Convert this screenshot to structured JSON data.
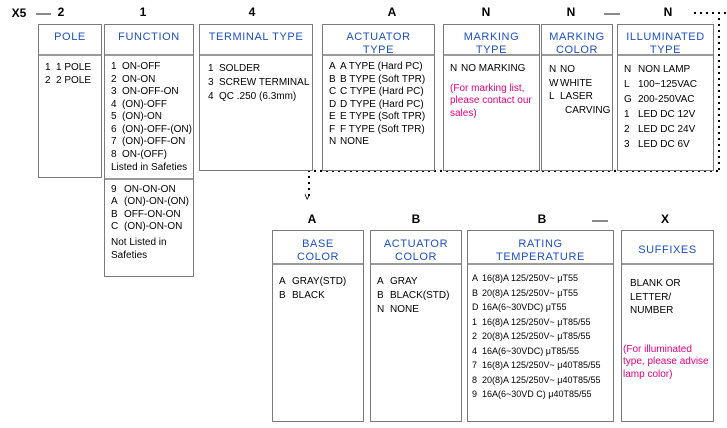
{
  "part_number": {
    "prefix": "X5",
    "segments": [
      {
        "sep": "dash",
        "code": "2"
      },
      {
        "sep": "none",
        "code": "1"
      },
      {
        "sep": "none",
        "code": "4"
      },
      {
        "sep": "none",
        "code": "A"
      },
      {
        "sep": "none",
        "code": "N"
      },
      {
        "sep": "none",
        "code": "N"
      },
      {
        "sep": "dash",
        "code": "N"
      }
    ],
    "row2_codes": [
      "A",
      "B",
      "B",
      "X"
    ],
    "row2_dash_before_last": "—"
  },
  "row1": {
    "pole": {
      "title": "POLE",
      "items": [
        {
          "k": "1",
          "v": "1 POLE"
        },
        {
          "k": "2",
          "v": "2 POLE"
        }
      ]
    },
    "function": {
      "title": "FUNCTION",
      "items": [
        {
          "k": "1",
          "v": "ON-OFF"
        },
        {
          "k": "2",
          "v": "ON-ON"
        },
        {
          "k": "3",
          "v": "ON-OFF-ON"
        },
        {
          "k": "4",
          "v": "(ON)-OFF"
        },
        {
          "k": "5",
          "v": "(ON)-ON"
        },
        {
          "k": "6",
          "v": "(ON)-OFF-(ON)"
        },
        {
          "k": "7",
          "v": "(ON)-OFF-ON"
        },
        {
          "k": "8",
          "v": "ON-(OFF)"
        }
      ],
      "note1": "Listed in Safeties",
      "items2": [
        {
          "k": "9",
          "v": "ON-ON-ON"
        },
        {
          "k": "A",
          "v": "(ON)-ON-(ON)"
        },
        {
          "k": "B",
          "v": "OFF-ON-ON"
        },
        {
          "k": "C",
          "v": "(ON)-ON-ON"
        }
      ],
      "note2_line1": "Not Listed in",
      "note2_line2": "Safeties"
    },
    "terminal_type": {
      "title": "TERMINAL TYPE",
      "items": [
        {
          "k": "1",
          "v": "SOLDER"
        },
        {
          "k": "3",
          "v": "SCREW TERMINAL"
        },
        {
          "k": "4",
          "v": "QC .250  (6.3mm)"
        }
      ]
    },
    "actuator_type": {
      "title_line1": "ACTUATOR",
      "title_line2": "TYPE",
      "items": [
        {
          "k": "A",
          "v": "A TYPE (Hard PC)"
        },
        {
          "k": "B",
          "v": "B TYPE (Soft TPR)"
        },
        {
          "k": "C",
          "v": "C TYPE (Hard PC)"
        },
        {
          "k": "D",
          "v": "D TYPE (Hard PC)"
        },
        {
          "k": "E",
          "v": "E TYPE (Soft TPR)"
        },
        {
          "k": "F",
          "v": "F TYPE (Soft TPR)"
        },
        {
          "k": "N",
          "v": "NONE"
        }
      ]
    },
    "marking_type": {
      "title_line1": "MARKING",
      "title_line2": "TYPE",
      "items": [
        {
          "k": "N",
          "v": "NO MARKING"
        }
      ],
      "pink_line1": "(For marking list,",
      "pink_line2": "please contact our",
      "pink_line3": "sales)"
    },
    "marking_color": {
      "title_line1": "MARKING",
      "title_line2": "COLOR",
      "items": [
        {
          "k": "N",
          "v": "NO"
        },
        {
          "k": "W",
          "v": "WHITE"
        },
        {
          "k": "L",
          "v": "LASER"
        }
      ],
      "continuation": "CARVING"
    },
    "illuminated_type": {
      "title_line1": "ILLUMINATED",
      "title_line2": "TYPE",
      "items": [
        {
          "k": "N",
          "v": "NON LAMP"
        },
        {
          "k": "L",
          "v": "100~125VAC"
        },
        {
          "k": "G",
          "v": "200-250VAC"
        },
        {
          "k": "1",
          "v": "LED  DC 12V"
        },
        {
          "k": "2",
          "v": "LED  DC 24V"
        },
        {
          "k": "3",
          "v": "LED  DC 6V"
        }
      ]
    }
  },
  "row2": {
    "base_color": {
      "title_line1": "BASE",
      "title_line2": "COLOR",
      "items": [
        {
          "k": "A",
          "v": "GRAY(STD)"
        },
        {
          "k": "B",
          "v": "BLACK"
        }
      ]
    },
    "actuator_color": {
      "title_line1": "ACTUATOR",
      "title_line2": "COLOR",
      "items": [
        {
          "k": "A",
          "v": "GRAY"
        },
        {
          "k": "B",
          "v": "BLACK(STD)"
        },
        {
          "k": "N",
          "v": "NONE"
        }
      ]
    },
    "rating_temperature": {
      "title_line1": "RATING",
      "title_line2": "TEMPERATURE",
      "items": [
        {
          "k": "A",
          "v": "16(8)A 125/250V~ μT55"
        },
        {
          "k": "B",
          "v": "20(8)A 125/250V~ μT55"
        },
        {
          "k": "D",
          "v": "16A(6~30VDC) μT55"
        },
        {
          "k": "1",
          "v": "16(8)A 125/250V~ μT85/55"
        },
        {
          "k": "2",
          "v": "20(8)A 125/250V~ μT85/55"
        },
        {
          "k": "4",
          "v": "16A(6~30VDC) μT85/55"
        },
        {
          "k": "7",
          "v": "16(8)A 125/250V~ μ40T85/55"
        },
        {
          "k": "8",
          "v": "20(8)A 125/250V~ μ40T85/55"
        },
        {
          "k": "9",
          "v": "16A(6~30VD C) μ40T85/55"
        }
      ]
    },
    "suffixes": {
      "title": "SUFFIXES",
      "line1": "BLANK OR",
      "line2": "LETTER/",
      "line3": "NUMBER",
      "pink_line1": "(For illuminated",
      "pink_line2": "type, please advise",
      "pink_line3": "lamp color)"
    }
  },
  "colors": {
    "header_blue": "#1f4fc4",
    "note_pink": "#e5007e",
    "border_gray": "#7b7b7b"
  }
}
